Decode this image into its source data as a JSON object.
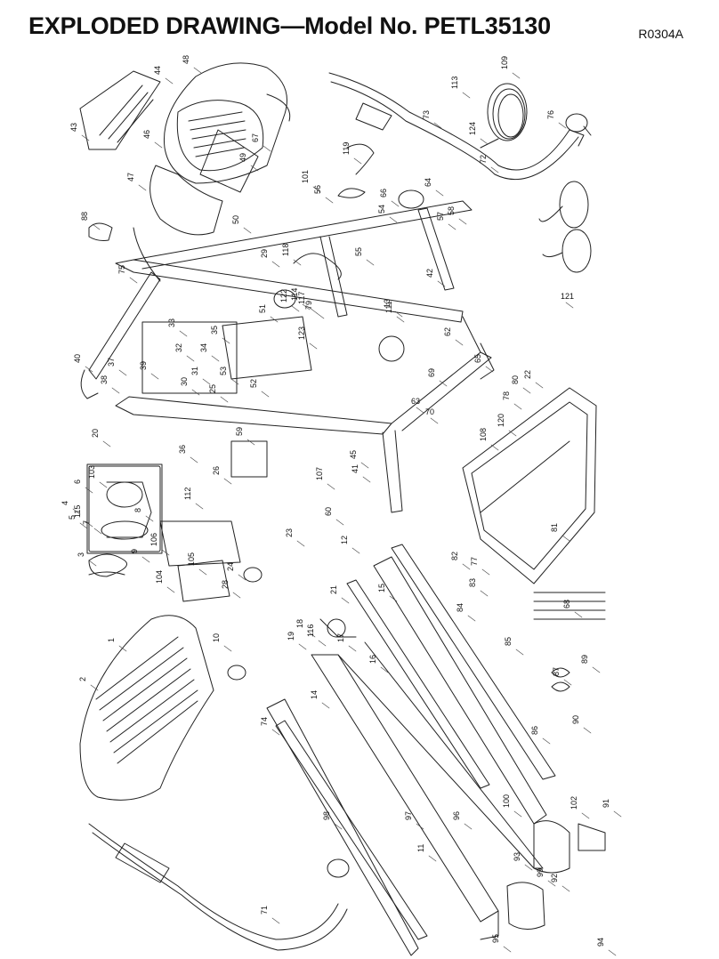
{
  "header": {
    "title": "EXPLODED DRAWING—Model No. PETL35130",
    "code": "R0304A"
  },
  "drawing": {
    "part_labels": [
      "1",
      "2",
      "3",
      "4",
      "5",
      "6",
      "7",
      "8",
      "9",
      "10",
      "11",
      "12",
      "13",
      "14",
      "15",
      "16",
      "17",
      "18",
      "19",
      "20",
      "21",
      "22",
      "23",
      "24",
      "25",
      "26",
      "28",
      "29",
      "30",
      "31",
      "32",
      "33",
      "34",
      "35",
      "36",
      "37",
      "38",
      "39",
      "40",
      "41",
      "42",
      "43",
      "44",
      "45",
      "46",
      "47",
      "48",
      "49",
      "50",
      "51",
      "52",
      "53",
      "54",
      "55",
      "56",
      "57",
      "58",
      "59",
      "60",
      "62",
      "63",
      "64",
      "65",
      "66",
      "67",
      "68",
      "69",
      "70",
      "71",
      "72",
      "73",
      "74",
      "75",
      "76",
      "77",
      "78",
      "79",
      "80",
      "81",
      "82",
      "83",
      "84",
      "85",
      "86",
      "87",
      "88",
      "89",
      "90",
      "91",
      "92",
      "93",
      "94",
      "95",
      "96",
      "97",
      "98",
      "99",
      "100",
      "101",
      "102",
      "103",
      "104",
      "105",
      "106",
      "107",
      "108",
      "109",
      "111",
      "112",
      "113",
      "114",
      "115",
      "116",
      "117",
      "118",
      "119",
      "120",
      "121",
      "122",
      "123",
      "124"
    ]
  }
}
